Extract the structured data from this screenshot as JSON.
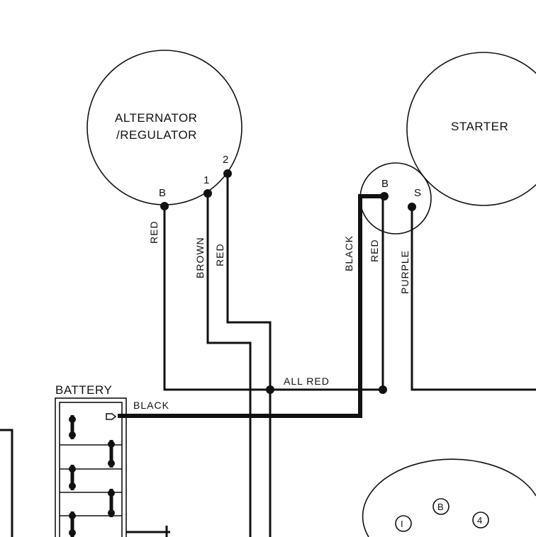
{
  "components": {
    "alternator": {
      "line1": "ALTERNATOR",
      "line2": "/REGULATOR",
      "terminals": [
        "B",
        "1",
        "2"
      ]
    },
    "starter": {
      "label": "STARTER",
      "terminals": [
        "B",
        "S"
      ]
    },
    "battery": {
      "label": "BATTERY"
    }
  },
  "wires": {
    "red_b": "RED",
    "brown": "BROWN",
    "red_2": "RED",
    "black_starter": "BLACK",
    "red_starter": "RED",
    "purple": "PURPLE",
    "all_red": "ALL RED",
    "black_battery": "BLACK"
  },
  "ignition_terminals": [
    "I",
    "B",
    "4"
  ]
}
